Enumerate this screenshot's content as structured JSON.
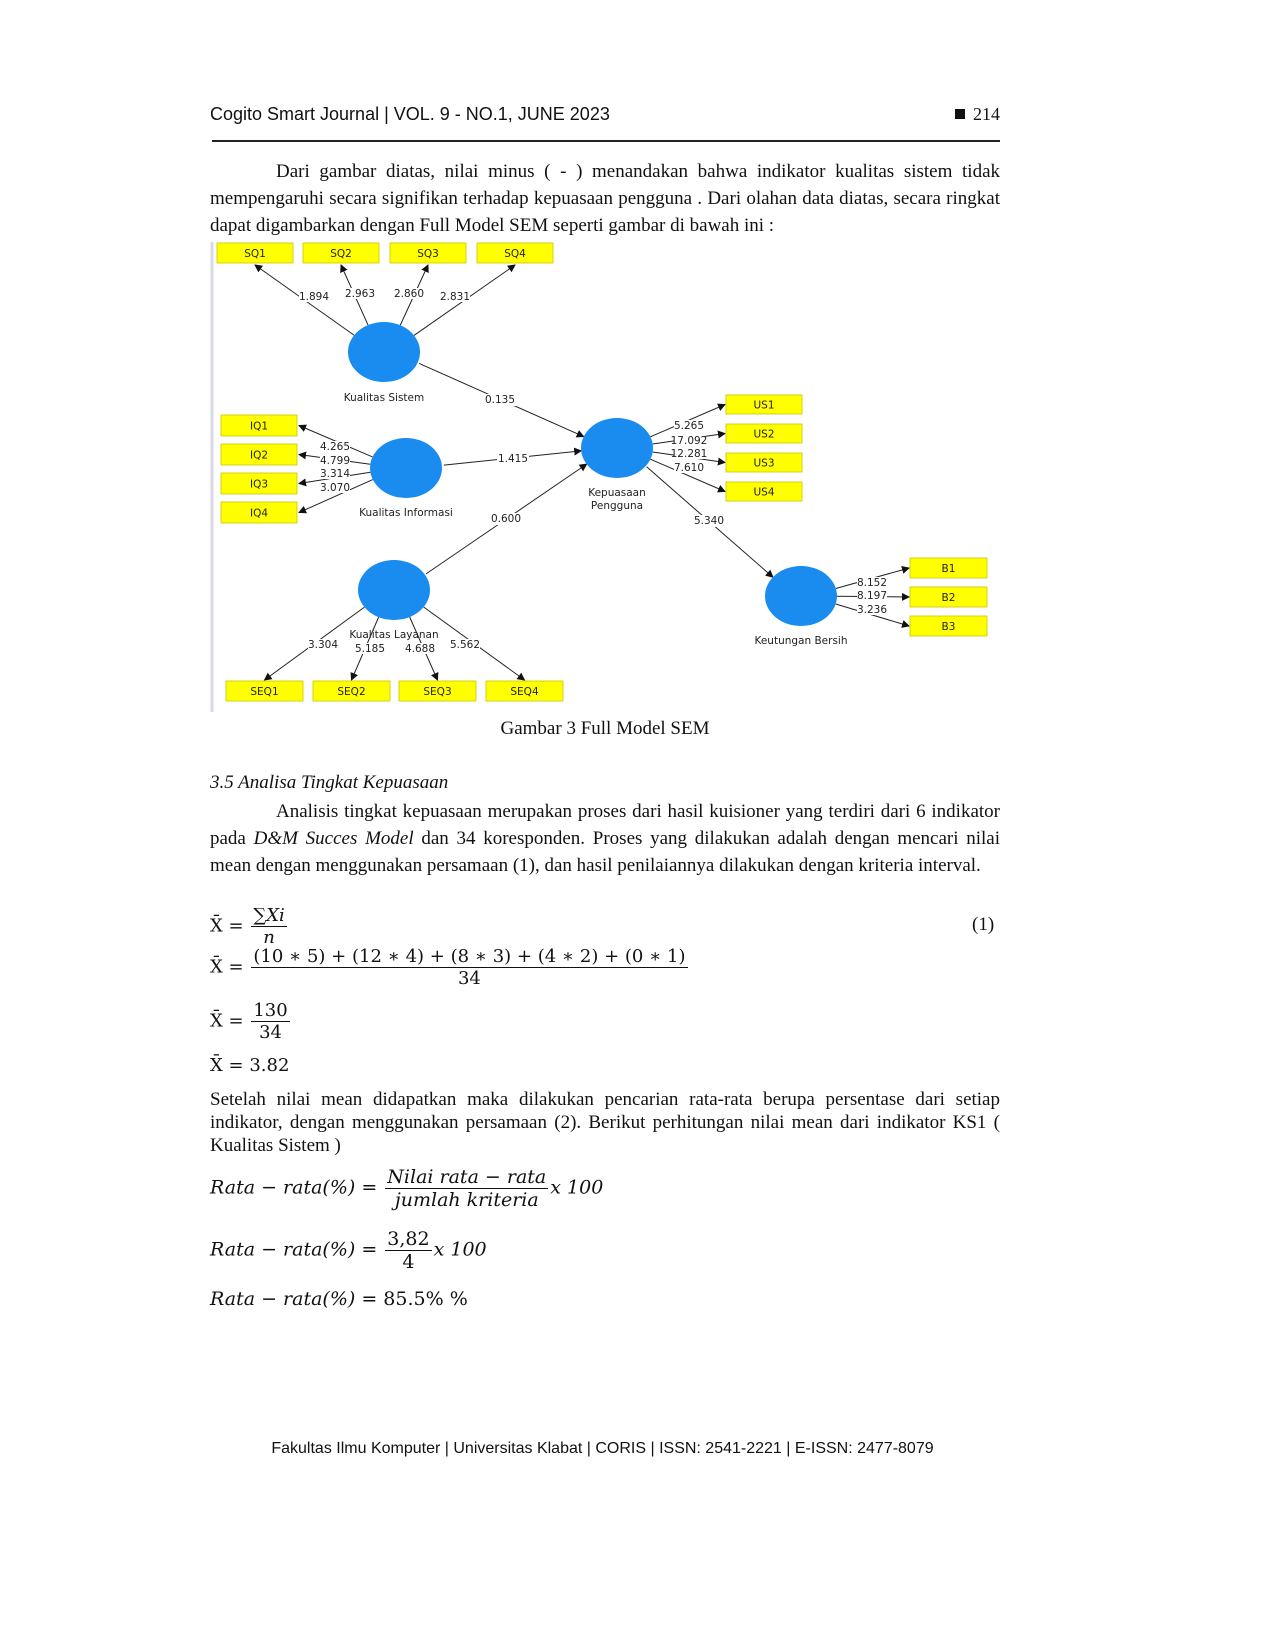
{
  "header": {
    "journal": "Cogito Smart Journal | VOL. 9 - NO.1, JUNE 2023",
    "page": "214"
  },
  "intro_paragraph": "Dari gambar diatas, nilai minus ( - ) menandakan bahwa indikator kualitas sistem tidak mempengaruhi secara signifikan terhadap kepuasaan pengguna . Dari olahan data diatas, secara ringkat dapat digambarkan dengan Full Model SEM seperti gambar di bawah ini :",
  "figure": {
    "caption": "Gambar 3 Full Model SEM",
    "colors": {
      "indicator": "#ffff00",
      "construct": "#1a8cf0"
    },
    "constructs": {
      "ks": "Kualitas Sistem",
      "ki": "Kualitas Informasi",
      "kp": [
        "Kepuasaan",
        "Pengguna"
      ],
      "kl": "Kualitas Layanan",
      "kb": "Keutungan Bersih"
    },
    "indicators": {
      "sq": [
        "SQ1",
        "SQ2",
        "SQ3",
        "SQ4"
      ],
      "iq": [
        "IQ1",
        "IQ2",
        "IQ3",
        "IQ4"
      ],
      "us": [
        "US1",
        "US2",
        "US3",
        "US4"
      ],
      "b": [
        "B1",
        "B2",
        "B3"
      ],
      "seq": [
        "SEQ1",
        "SEQ2",
        "SEQ3",
        "SEQ4"
      ]
    },
    "loadings": {
      "sq": [
        "1.894",
        "2.963",
        "2.860",
        "2.831"
      ],
      "iq": [
        "4.265",
        "4.799",
        "3.314",
        "3.070"
      ],
      "us": [
        "5.265",
        "17.092",
        "12.281",
        "7.610"
      ],
      "b": [
        "8.152",
        "8.197",
        "3.236"
      ],
      "seq": [
        "3.304",
        "5.185",
        "4.688",
        "5.562"
      ]
    },
    "paths": {
      "ks_kp": "0.135",
      "ki_kp": "1.415",
      "kl_kp": "0.600",
      "kp_kb": "5.340"
    }
  },
  "section": {
    "heading": "3.5 Analisa Tingkat Kepuasaan",
    "p1_a": "Analisis tingkat kepuasaan merupakan proses dari hasil kuisioner yang terdiri dari 6 indikator pada ",
    "p1_em": "D&M Succes Model",
    "p1_b": " dan 34 koresponden. Proses yang dilakukan adalah dengan mencari nilai mean dengan menggunakan persamaan (1), dan hasil penilaiannya dilakukan dengan kriteria interval."
  },
  "equations": {
    "xbar": "X̄",
    "eq1_num": "∑Xi",
    "eq1_den": "n",
    "eq1_no": "(1)",
    "eq2_num": "(10 ∗ 5) + (12 ∗ 4) + (8 ∗ 3) + (4 ∗ 2) + (0 ∗ 1)",
    "eq2_den": "34",
    "eq3_num": "130",
    "eq3_den": "34",
    "eq4_result": "3.82",
    "p2": "Setelah nilai mean didapatkan maka dilakukan pencarian rata-rata berupa persentase dari setiap indikator, dengan menggunakan persamaan (2). Berikut perhitungan nilai mean dari indikator KS1 ( Kualitas Sistem )",
    "rata_lhs": "Rata − rata(%) =",
    "r1_num": "Nilai rata − rata",
    "r1_den": "jumlah kriteria",
    "r_mult": "x 100",
    "r2_num": "3,82",
    "r2_den": "4",
    "r3_result": "85.5% %"
  },
  "footer": "Fakultas Ilmu Komputer | Universitas Klabat | CORIS | ISSN: 2541-2221 | E-ISSN: 2477-8079"
}
